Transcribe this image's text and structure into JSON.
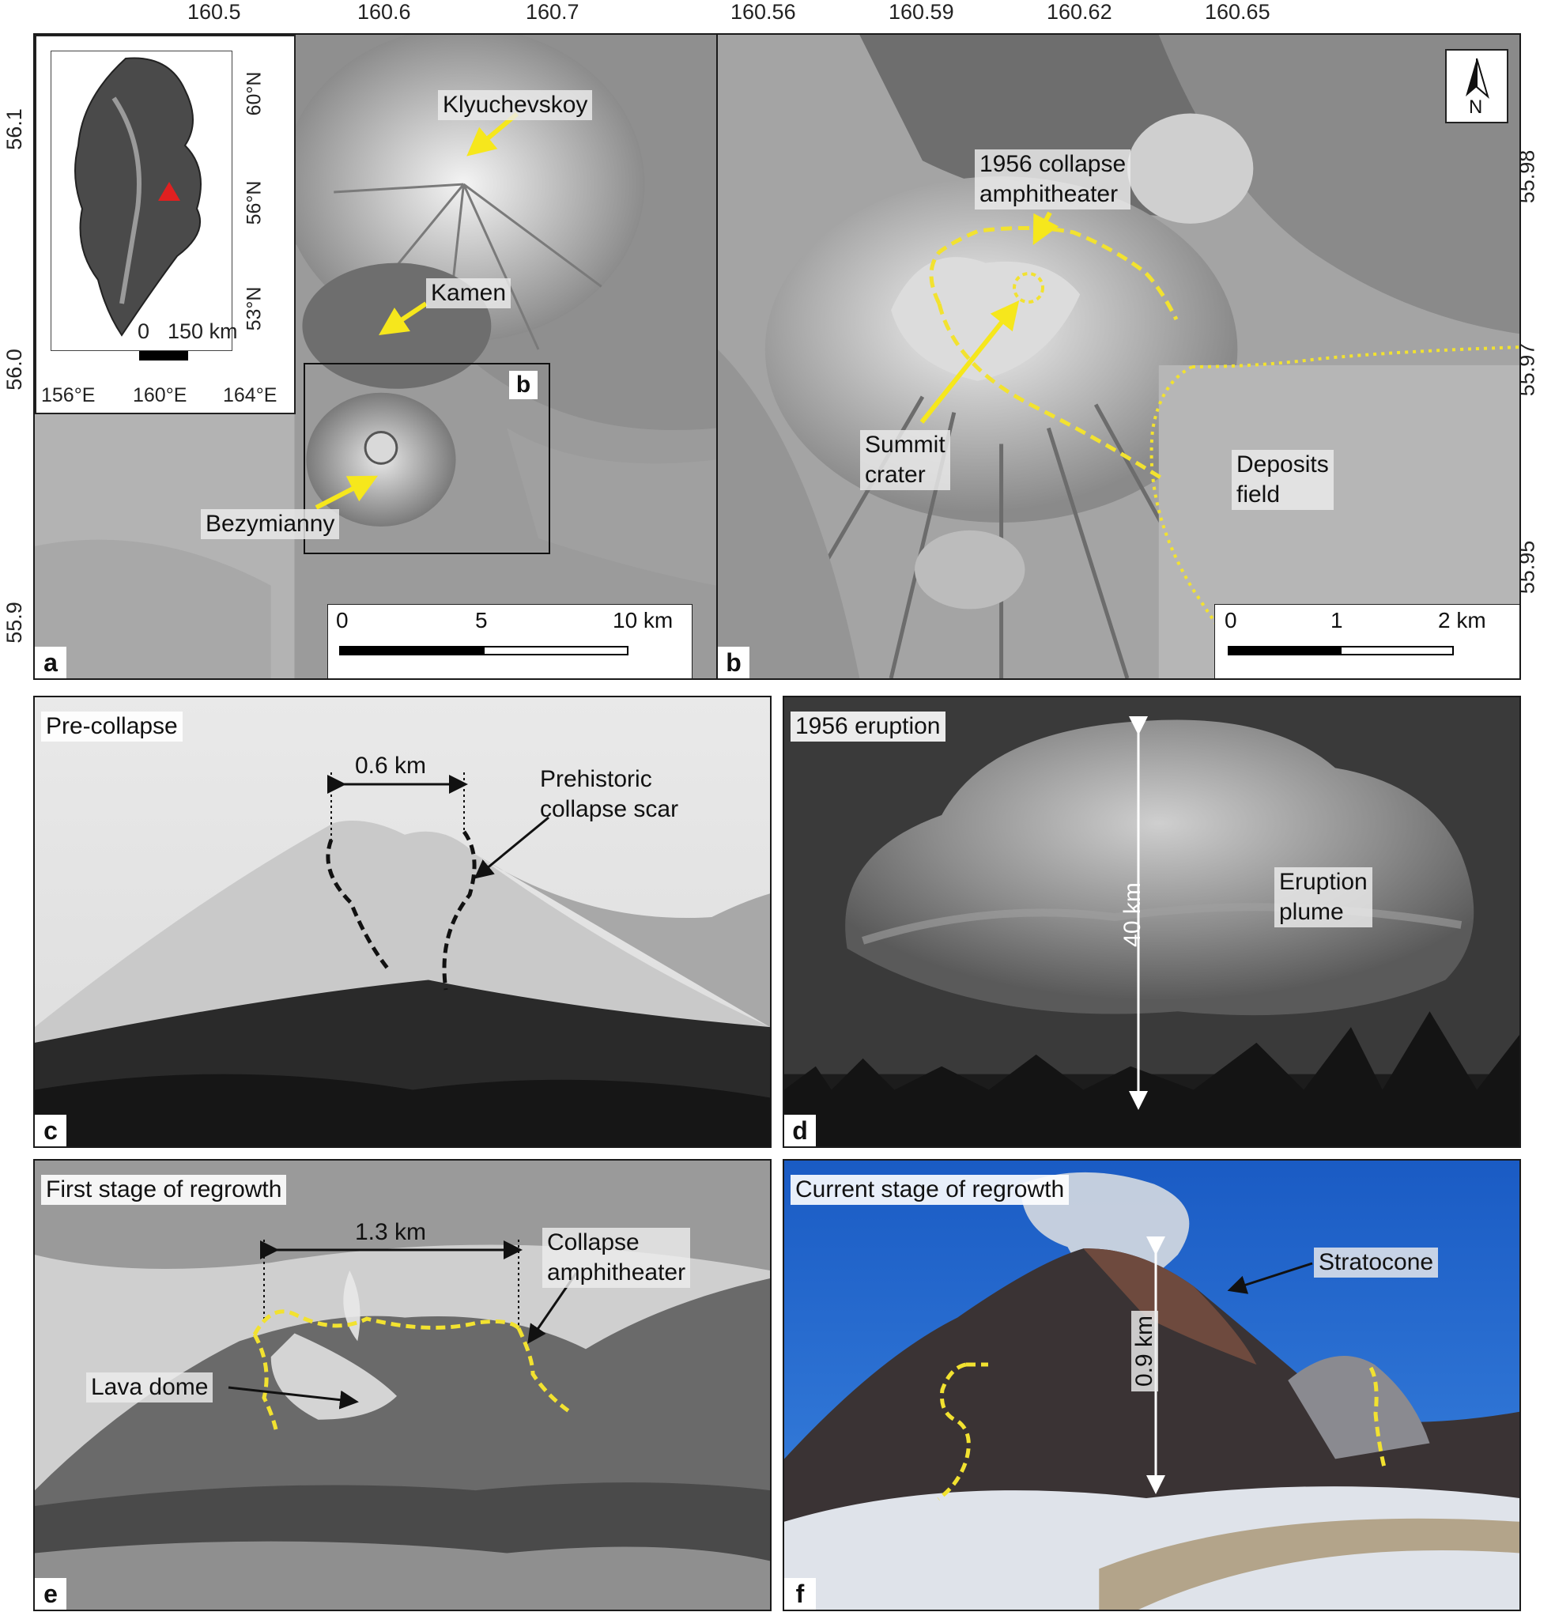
{
  "panel_a": {
    "letter": "a",
    "top_ticks": [
      "160.5",
      "160.6",
      "160.7"
    ],
    "left_ticks": [
      "56.1",
      "56.0",
      "55.9"
    ],
    "labels": {
      "klyuchevskoy": "Klyuchevskoy",
      "kamen": "Kamen",
      "bezymianny": "Bezymianny",
      "box_b": "b"
    },
    "inset": {
      "lat_ticks": [
        "60°N",
        "56°N",
        "53°N"
      ],
      "lon_ticks": [
        "156°E",
        "160°E",
        "164°E"
      ],
      "scale_start": "0",
      "scale_end": "150 km"
    },
    "scale": {
      "v0": "0",
      "v1": "5",
      "v2": "10 km"
    }
  },
  "panel_b": {
    "letter": "b",
    "top_ticks": [
      "160.56",
      "160.59",
      "160.62",
      "160.65"
    ],
    "right_ticks": [
      "55.98",
      "55.97",
      "55.95"
    ],
    "north": "N",
    "labels": {
      "amphitheater": "1956 collapse\namphitheater",
      "summit": "Summit\ncrater",
      "deposits": "Deposits\nfield"
    },
    "scale": {
      "v0": "0",
      "v1": "1",
      "v2": "2 km"
    }
  },
  "panel_c": {
    "letter": "c",
    "title": "Pre-collapse",
    "dimension": "0.6 km",
    "label": "Prehistoric\ncollapse scar"
  },
  "panel_d": {
    "letter": "d",
    "title": "1956 eruption",
    "dimension": "40 km",
    "label": "Eruption\nplume"
  },
  "panel_e": {
    "letter": "e",
    "title": "First stage of regrowth",
    "dimension": "1.3 km",
    "label_amph": "Collapse\namphitheater",
    "label_dome": "Lava dome"
  },
  "panel_f": {
    "letter": "f",
    "title": "Current stage of regrowth",
    "dimension": "0.9 km",
    "label": "Stratocone"
  },
  "colors": {
    "outline": "#f2e230",
    "arrow_yellow": "#f6e71c",
    "sky_f": "#1d63c8",
    "inset_marker": "#e02020"
  }
}
